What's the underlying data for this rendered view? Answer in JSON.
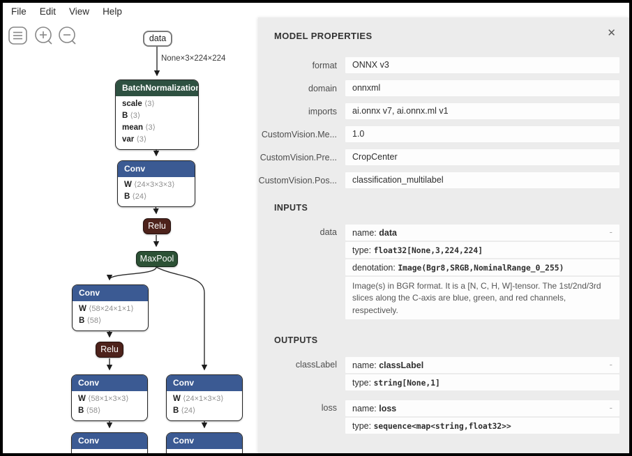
{
  "window": {
    "menu": {
      "items": [
        "File",
        "Edit",
        "View",
        "Help"
      ]
    }
  },
  "toolbar": {
    "icons": [
      "menu-icon",
      "zoom-in-icon",
      "zoom-out-icon"
    ]
  },
  "graph": {
    "edge_label": "None×3×224×224",
    "nodes": {
      "data": {
        "label": "data"
      },
      "batchnorm": {
        "title": "BatchNormalization",
        "params": [
          {
            "name": "scale",
            "dims": "⟨3⟩"
          },
          {
            "name": "B",
            "dims": "⟨3⟩"
          },
          {
            "name": "mean",
            "dims": "⟨3⟩"
          },
          {
            "name": "var",
            "dims": "⟨3⟩"
          }
        ]
      },
      "conv1": {
        "title": "Conv",
        "params": [
          {
            "name": "W",
            "dims": "⟨24×3×3×3⟩"
          },
          {
            "name": "B",
            "dims": "⟨24⟩"
          }
        ]
      },
      "relu1": {
        "label": "Relu"
      },
      "maxpool": {
        "label": "MaxPool"
      },
      "conv2": {
        "title": "Conv",
        "params": [
          {
            "name": "W",
            "dims": "⟨58×24×1×1⟩"
          },
          {
            "name": "B",
            "dims": "⟨58⟩"
          }
        ]
      },
      "relu2": {
        "label": "Relu"
      },
      "conv3": {
        "title": "Conv",
        "params": [
          {
            "name": "W",
            "dims": "⟨58×1×3×3⟩"
          },
          {
            "name": "B",
            "dims": "⟨58⟩"
          }
        ]
      },
      "conv4": {
        "title": "Conv",
        "params": [
          {
            "name": "W",
            "dims": "⟨24×1×3×3⟩"
          },
          {
            "name": "B",
            "dims": "⟨24⟩"
          }
        ]
      },
      "conv5": {
        "title": "Conv"
      },
      "conv6": {
        "title": "Conv"
      }
    }
  },
  "panel": {
    "title": "MODEL PROPERTIES",
    "close_glyph": "✕",
    "collapse_glyph": "-",
    "field_labels": {
      "name": "name:",
      "type": "type:",
      "denotation": "denotation:"
    },
    "properties": [
      {
        "label": "format",
        "value": "ONNX v3"
      },
      {
        "label": "domain",
        "value": "onnxml"
      },
      {
        "label": "imports",
        "value": "ai.onnx v7, ai.onnx.ml v1"
      },
      {
        "label": "CustomVision.Me...",
        "value": "1.0"
      },
      {
        "label": "CustomVision.Pre...",
        "value": "CropCenter"
      },
      {
        "label": "CustomVision.Pos...",
        "value": "classification_multilabel"
      }
    ],
    "inputs": {
      "title": "INPUTS",
      "items": [
        {
          "label": "data",
          "name": "data",
          "type": "float32[None,3,224,224]",
          "denotation": "Image(Bgr8,SRGB,NominalRange_0_255)",
          "description": "Image(s) in BGR format. It is a [N, C, H, W]-tensor. The 1st/2nd/3rd slices along the C-axis are blue, green, and red channels, respectively."
        }
      ]
    },
    "outputs": {
      "title": "OUTPUTS",
      "items": [
        {
          "label": "classLabel",
          "name": "classLabel",
          "type": "string[None,1]"
        },
        {
          "label": "loss",
          "name": "loss",
          "type": "sequence<map<string,float32>>"
        }
      ]
    }
  },
  "colors": {
    "conv_header": "#3b5a93",
    "norm_header": "#2e5141",
    "pool_node": "#2c5135",
    "relu_node": "#4d221b",
    "panel_bg": "#ececec",
    "value_box_bg": "#fdfdfd",
    "window_border": "#000000"
  }
}
